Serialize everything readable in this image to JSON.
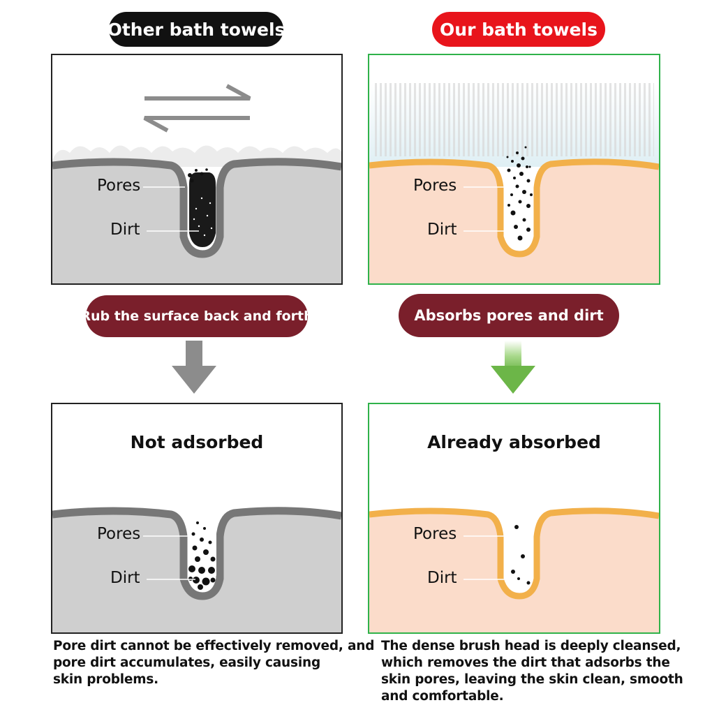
{
  "left": {
    "header": "Other bath towels",
    "header_color": "#111111",
    "step_label": "Rub the surface back and forth",
    "result_title": "Not adsorbed",
    "pores_label": "Pores",
    "dirt_label": "Dirt",
    "description": [
      "Pore dirt cannot be effectively removed, and",
      "pore dirt accumulates, easily causing",
      "skin problems."
    ],
    "border_color": "#222222",
    "skin_color": "#cfcfcf",
    "arrow_color": "#8c8c8c"
  },
  "right": {
    "header": "Our bath towels",
    "header_color": "#e8141b",
    "step_label": "Absorbs pores and dirt",
    "result_title": "Already absorbed",
    "pores_label": "Pores",
    "dirt_label": "Dirt",
    "description": [
      "The dense brush head is deeply cleansed,",
      "which removes the dirt that adsorbs the",
      "skin pores, leaving the skin clean, smooth",
      "and comfortable."
    ],
    "border_color": "#2fb24a",
    "skin_color": "#fbdcca",
    "arrow_color": "#7cc05a"
  },
  "step_pill_color": "#7a1f2b"
}
